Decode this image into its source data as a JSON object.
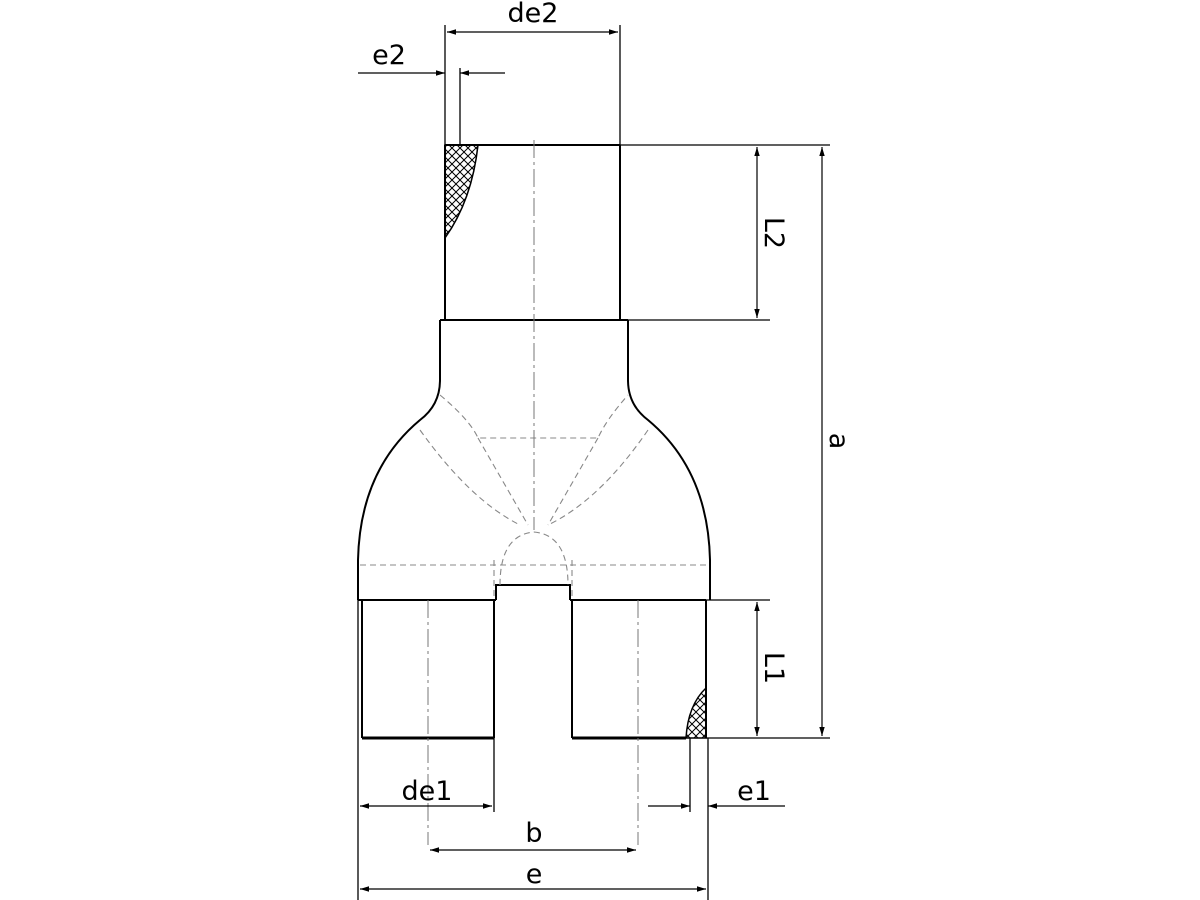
{
  "labels": {
    "de2": "de2",
    "e2": "e2",
    "L2": "L2",
    "a": "a",
    "L1": "L1",
    "de1": "de1",
    "e1": "e1",
    "b": "b",
    "e": "e"
  }
}
